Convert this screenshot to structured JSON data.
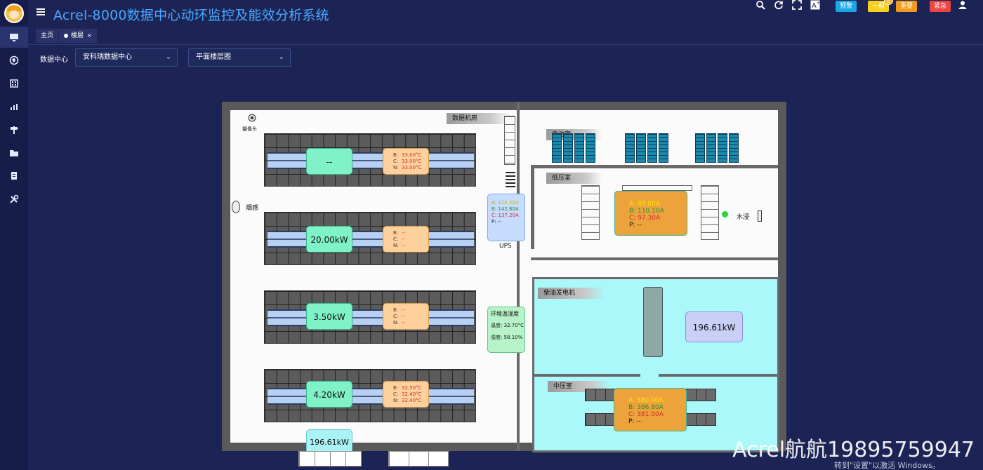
{
  "app": {
    "title": "Acrel-8000数据中心动环监控及能效分析系统"
  },
  "header": {
    "alarm_buttons": [
      {
        "label": "预警",
        "color": "#1aa7e8"
      },
      {
        "label": "一般",
        "color": "#f7d11e",
        "count": "8"
      },
      {
        "label": "重要",
        "color": "#f39a1e"
      },
      {
        "label": "紧急",
        "color": "#ef4444"
      }
    ],
    "icons": [
      "search-icon",
      "refresh-icon",
      "fullscreen-icon",
      "font-size-icon",
      "user-icon"
    ]
  },
  "sidebar": {
    "items": [
      "monitor-icon",
      "globe-icon",
      "building-icon",
      "bar-chart-icon",
      "signpost-icon",
      "folder-icon",
      "documents-icon",
      "tools-icon"
    ]
  },
  "tabs": [
    {
      "label": "主页",
      "active": false
    },
    {
      "label": "楼层",
      "active": true,
      "close": "×"
    }
  ],
  "filters": {
    "label": "数据中心",
    "datacenter": "安科瑞数据中心",
    "view": "平面楼层图"
  },
  "plan": {
    "room_labels": {
      "data_room": "数据机房",
      "battery_room": "电池室",
      "low_voltage_room": "低压室",
      "diesel_room": "柴油发电机",
      "mid_voltage_room": "中压室"
    },
    "sensors": {
      "camera": "摄像头",
      "smoke": "烟感",
      "water": "水浸",
      "ups": "UPS"
    },
    "rack_rows": [
      {
        "power": "--",
        "temps": [
          {
            "k": "B:",
            "v": "33.00°C"
          },
          {
            "k": "C:",
            "v": "33.00°C"
          },
          {
            "k": "N:",
            "v": "33.00°C"
          }
        ]
      },
      {
        "power": "20.00kW",
        "temps": [
          {
            "k": "B:",
            "v": "--"
          },
          {
            "k": "C:",
            "v": "--"
          },
          {
            "k": "N:",
            "v": "--"
          }
        ]
      },
      {
        "power": "3.50kW",
        "temps": [
          {
            "k": "B:",
            "v": "--"
          },
          {
            "k": "C:",
            "v": "--"
          },
          {
            "k": "N:",
            "v": "--"
          }
        ]
      },
      {
        "power": "4.20kW",
        "temps": [
          {
            "k": "B:",
            "v": "32.50°C"
          },
          {
            "k": "C:",
            "v": "32.40°C"
          },
          {
            "k": "N:",
            "v": "32.40°C"
          }
        ]
      }
    ],
    "bottom_power": "196.61kW",
    "ups_box": [
      {
        "k": "A:",
        "v": "114.30A"
      },
      {
        "k": "B:",
        "v": "142.80A"
      },
      {
        "k": "C:",
        "v": "137.20A"
      },
      {
        "k": "P:",
        "v": "--"
      }
    ],
    "env_box": {
      "title": "环境温湿度",
      "temp_label": "温度:",
      "temp": "32.70°C",
      "hum_label": "湿度:",
      "hum": "58.10%"
    },
    "low_voltage_box": [
      {
        "k": "A:",
        "v": "89.00A"
      },
      {
        "k": "B:",
        "v": "110.10A"
      },
      {
        "k": "C:",
        "v": "97.30A"
      },
      {
        "k": "P:",
        "v": "--"
      }
    ],
    "diesel_power": "196.61kW",
    "mid_voltage_box": [
      {
        "k": "A:",
        "v": "380.00A"
      },
      {
        "k": "B:",
        "v": "386.80A"
      },
      {
        "k": "C:",
        "v": "381.00A"
      },
      {
        "k": "P:",
        "v": "--"
      }
    ]
  },
  "overlay": {
    "watermark": "Acrel航航19895759947",
    "activate_windows": "转到\"设置\"以激活 Windows。"
  }
}
